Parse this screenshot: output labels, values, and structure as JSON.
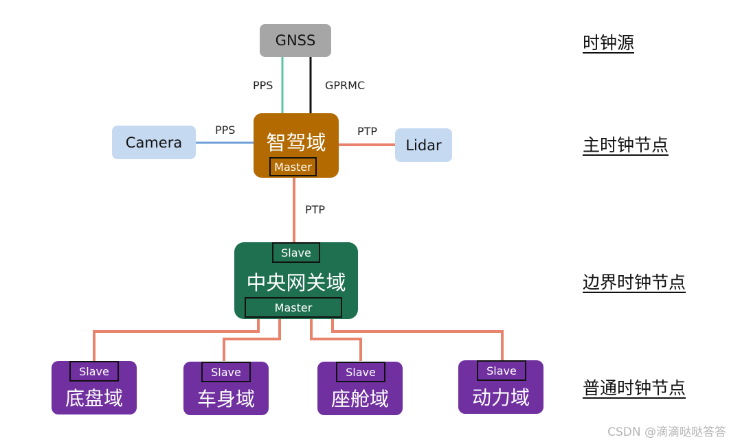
{
  "nodes": {
    "gnss": "GNSS",
    "camera": "Camera",
    "lidar": "Lidar",
    "zhijia": {
      "title": "智驾域",
      "role": "Master"
    },
    "gateway": {
      "title": "中央网关域",
      "slave": "Slave",
      "master": "Master"
    },
    "chassis": {
      "title": "底盘域",
      "role": "Slave"
    },
    "body": {
      "title": "车身域",
      "role": "Slave"
    },
    "cabin": {
      "title": "座舱域",
      "role": "Slave"
    },
    "power": {
      "title": "动力域",
      "role": "Slave"
    }
  },
  "links": {
    "gnss_pps": "PPS",
    "gnss_gprmc": "GPRMC",
    "camera_pps": "PPS",
    "lidar_ptp": "PTP",
    "gateway_ptp": "PTP"
  },
  "link_colors": {
    "pps_gnss": "#5ec4a0",
    "gprmc": "#111111",
    "pps_camera": "#6f9fd8",
    "ptp": "#e8846e"
  },
  "layers": {
    "source": "时钟源",
    "master": "主时钟节点",
    "boundary": "边界时钟节点",
    "ordinary": "普通时钟节点"
  },
  "watermark": "CSDN @滴滴哒哒答答"
}
